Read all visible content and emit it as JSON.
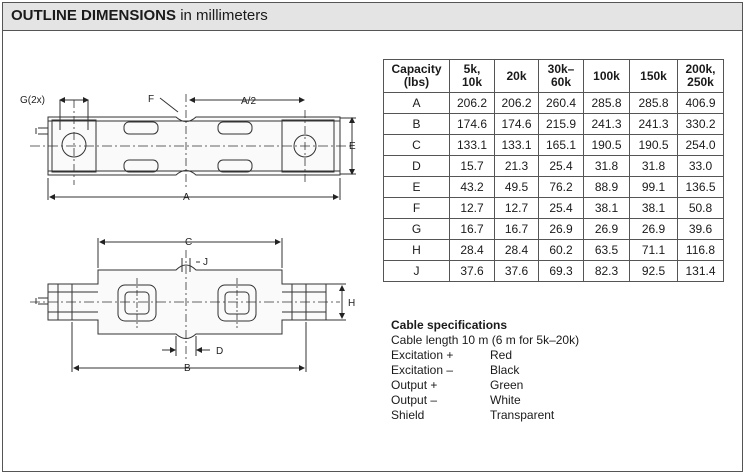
{
  "header": {
    "title_bold": "OUTLINE DIMENSIONS",
    "title_rest": "in millimeters"
  },
  "top_view": {
    "labels": {
      "g": "G(2x)",
      "f": "F",
      "a_half": "A/2",
      "e": "E",
      "a": "A"
    }
  },
  "side_view": {
    "labels": {
      "c": "C",
      "j": "J",
      "h": "H",
      "d": "D",
      "b": "B"
    }
  },
  "table": {
    "headers": [
      "Capacity\n(lbs)",
      "5k,\n10k",
      "20k",
      "30k–\n60k",
      "100k",
      "150k",
      "200k,\n250k"
    ],
    "rows": [
      [
        "A",
        "206.2",
        "206.2",
        "260.4",
        "285.8",
        "285.8",
        "406.9"
      ],
      [
        "B",
        "174.6",
        "174.6",
        "215.9",
        "241.3",
        "241.3",
        "330.2"
      ],
      [
        "C",
        "133.1",
        "133.1",
        "165.1",
        "190.5",
        "190.5",
        "254.0"
      ],
      [
        "D",
        "15.7",
        "21.3",
        "25.4",
        "31.8",
        "31.8",
        "33.0"
      ],
      [
        "E",
        "43.2",
        "49.5",
        "76.2",
        "88.9",
        "99.1",
        "136.5"
      ],
      [
        "F",
        "12.7",
        "12.7",
        "25.4",
        "38.1",
        "38.1",
        "50.8"
      ],
      [
        "G",
        "16.7",
        "16.7",
        "26.9",
        "26.9",
        "26.9",
        "39.6"
      ],
      [
        "H",
        "28.4",
        "28.4",
        "60.2",
        "63.5",
        "71.1",
        "116.8"
      ],
      [
        "J",
        "37.6",
        "37.6",
        "69.3",
        "82.3",
        "92.5",
        "131.4"
      ]
    ]
  },
  "cable": {
    "title": "Cable specifications",
    "length": "Cable length 10 m (6 m for 5k–20k)",
    "wires": [
      {
        "signal": "Excitation +",
        "color": "Red"
      },
      {
        "signal": "Excitation –",
        "color": "Black"
      },
      {
        "signal": "Output +",
        "color": "Green"
      },
      {
        "signal": "Output –",
        "color": "White"
      },
      {
        "signal": "Shield",
        "color": "Transparent"
      }
    ]
  }
}
